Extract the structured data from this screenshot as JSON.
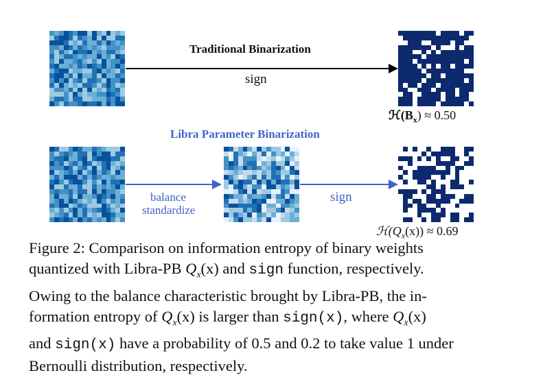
{
  "colors": {
    "accent_blue": "#3f63c9",
    "dark_navy": "#0d2a6e",
    "black": "#000000"
  },
  "figure": {
    "top_row": {
      "title": "Traditional Binarization",
      "arrow_label": "sign",
      "entropy_label": "ℋ(B",
      "entropy_sub": "x",
      "entropy_value": ") ≈ 0.50"
    },
    "bottom_row": {
      "title": "Libra Parameter Binarization",
      "step1_label_line1": "balance",
      "step1_label_line2": "standardize",
      "step2_label": "sign",
      "entropy_label": "ℋ(Q",
      "entropy_sub": "x",
      "entropy_value": "(x)) ≈ 0.69"
    }
  },
  "caption": {
    "line1_a": "Figure 2: Comparison on information entropy of binary weights",
    "line2_a": "quantized with Libra-PB ",
    "line2_math": "Q",
    "line2_sub": "x",
    "line2_b": "(x) and ",
    "line2_mono": "sign",
    "line2_c": " function, respectively.",
    "line3": "Owing to the balance characteristic brought by Libra-PB, the in-",
    "line4_a": "formation entropy of ",
    "line4_math": "Q",
    "line4_sub": "x",
    "line4_b": "(x) is larger than ",
    "line4_mono": "sign(x)",
    "line4_c": ", where ",
    "line4_math2": "Q",
    "line4_sub2": "x",
    "line4_d": "(x)",
    "line5_a": "and ",
    "line5_mono": "sign(x)",
    "line5_b": " have a probability of 0.5 and 0.2 to take value 1 under",
    "line6": "Bernoulli distribution, respectively."
  }
}
